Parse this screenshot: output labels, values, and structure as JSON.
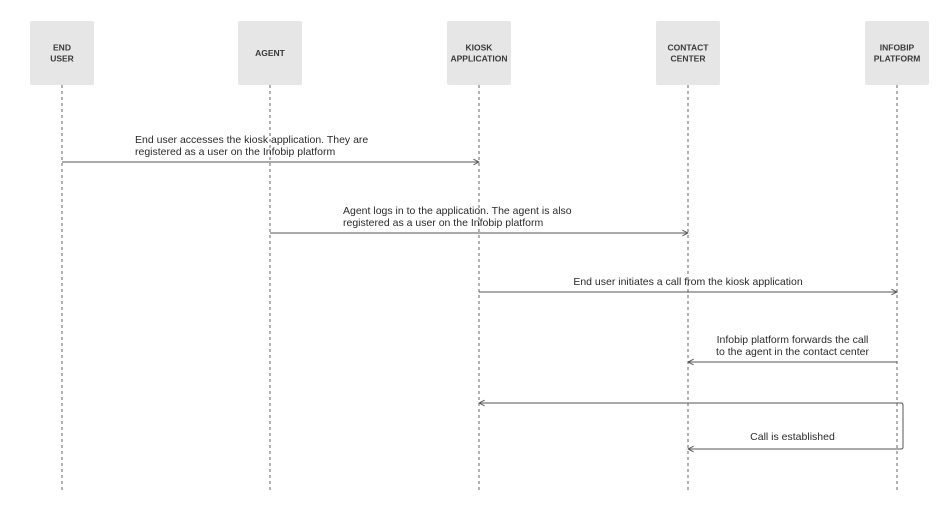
{
  "actors": [
    {
      "id": "end-user",
      "label": [
        "END",
        "USER"
      ]
    },
    {
      "id": "agent",
      "label": [
        "AGENT"
      ]
    },
    {
      "id": "kiosk-application",
      "label": [
        "KIOSK",
        "APPLICATION"
      ]
    },
    {
      "id": "contact-center",
      "label": [
        "CONTACT",
        "CENTER"
      ]
    },
    {
      "id": "infobip-platform",
      "label": [
        "INFOBIP",
        "PLATFORM"
      ]
    }
  ],
  "messages": [
    {
      "from": 0,
      "to": 2,
      "lines": [
        "End user accesses the kiosk application. They are",
        "registered as a user on the Infobip platform"
      ]
    },
    {
      "from": 1,
      "to": 3,
      "lines": [
        "Agent logs in to the application. The agent is also",
        "registered as a user on the Infobip platform"
      ]
    },
    {
      "from": 2,
      "to": 4,
      "lines": [
        "End user initiates a call from the kiosk application"
      ]
    },
    {
      "from": 4,
      "to": 3,
      "lines": [
        "Infobip platform forwards the call",
        "to the agent in the contact center"
      ]
    }
  ],
  "bracket": {
    "from": 4,
    "targets": [
      2,
      3
    ],
    "label": "Call is established"
  },
  "colors": {
    "actor_box": "#e6e6e6",
    "line": "#555555",
    "text": "#2a2a2a"
  }
}
